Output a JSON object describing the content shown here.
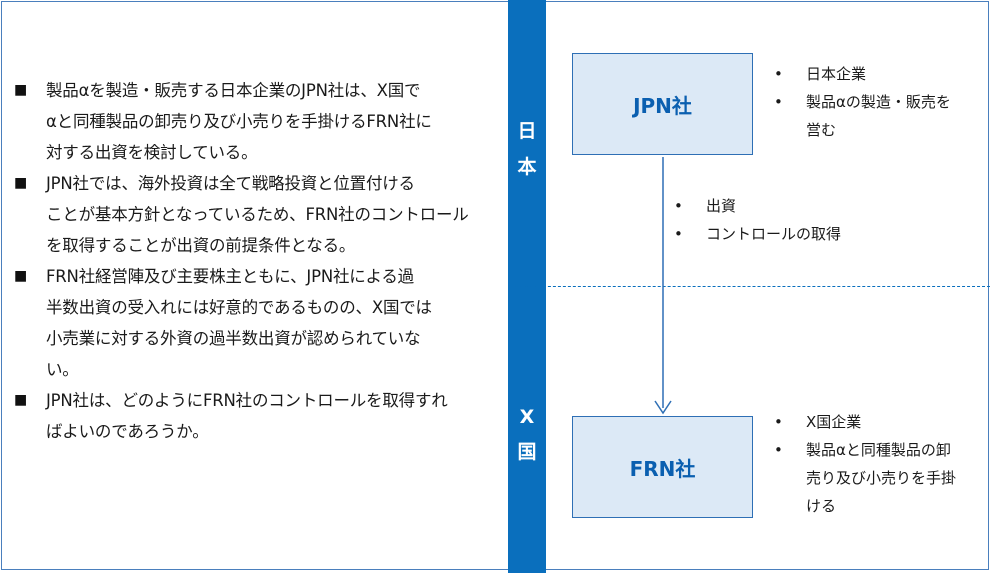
{
  "left_bullets": [
    "製品αを製造・販売する日本企業のJPN社は、X国でαと同種製品の卸売り及び小売りを手掛けるFRN社に対する出資を検討している。",
    "JPN社では、海外投資は全て戦略投資と位置付けることが基本方針となっているため、FRN社のコントロールを取得することが出資の前提条件となる。",
    "FRN社経営陣及び主要株主ともに、JPN社による過半数出資の受入れには好意的であるものの、X国では小売業に対する外資の過半数出資が認められていない。",
    "JPN社は、どのようにFRN社のコントロールを取得すればよいのであろうか。"
  ],
  "left_lines": [
    [
      "製品αを製造・販売する日本企業のJPN社は、X国で",
      "αと同種製品の卸売り及び小売りを手掛けるFRN社に",
      "対する出資を検討している。"
    ],
    [
      "JPN社では、海外投資は全て戦略投資と位置付ける",
      "ことが基本方針となっているため、FRN社のコントロール",
      "を取得することが出資の前提条件となる。"
    ],
    [
      "FRN社経営陣及び主要株主ともに、JPN社による過",
      "半数出資の受入れには好意的であるものの、X国では",
      "小売業に対する外資の過半数出資が認められていな",
      "い。"
    ],
    [
      "JPN社は、どのようにFRN社のコントロールを取得すれ",
      "ばよいのであろうか。"
    ]
  ],
  "bullet_symbol": "■",
  "country_top": [
    "日",
    "本"
  ],
  "country_bottom": [
    "X",
    "国"
  ],
  "jpn_box": {
    "label": "JPN社",
    "notes": [
      "日本企業",
      "製品αの製造・販売を",
      "営む"
    ]
  },
  "frn_box": {
    "label": "FRN社",
    "notes": [
      "X国企業",
      "製品αと同種製品の卸",
      "売り及び小売りを手掛",
      "ける"
    ]
  },
  "arrow_notes": [
    "出資",
    "コントロールの取得"
  ],
  "dot_symbol": "•",
  "colors": {
    "bar_blue": "#0a6fbd",
    "box_fill": "#dce9f6",
    "box_border": "#2e6fb5",
    "box_text": "#0a5fb0",
    "frame_border": "#4a7fbd"
  }
}
